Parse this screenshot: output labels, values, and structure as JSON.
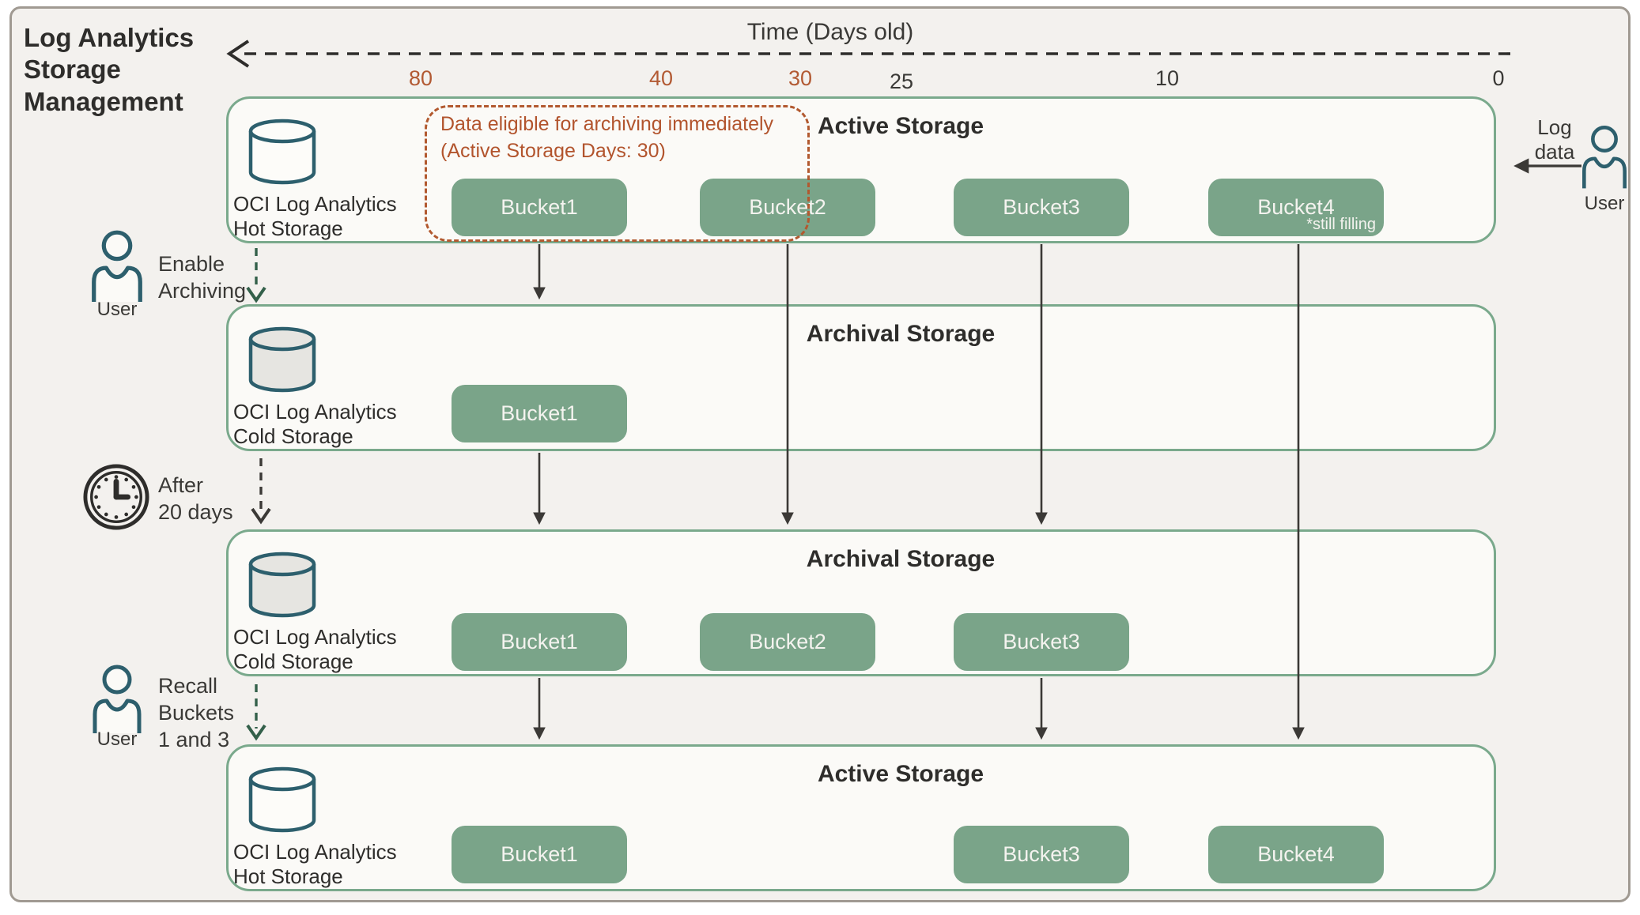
{
  "title": "Log Analytics\nStorage\nManagement",
  "timeline": {
    "label": "Time (Days old)",
    "ticks": [
      {
        "label": "80",
        "highlight": true
      },
      {
        "label": "40",
        "highlight": true
      },
      {
        "label": "30",
        "highlight": true
      },
      {
        "label": "25",
        "highlight": false
      },
      {
        "label": "10",
        "highlight": false
      },
      {
        "label": "0",
        "highlight": false
      }
    ]
  },
  "annotation": {
    "line1": "Data eligible for archiving immediately",
    "line2": "(Active Storage Days: 30)",
    "text": "Data eligible for archiving immediately\n(Active Storage Days: 30)"
  },
  "panels": [
    {
      "title": "Active Storage",
      "storage_label": "OCI Log Analytics\nHot Storage",
      "storage_type": "hot",
      "buckets": [
        {
          "label": "Bucket1"
        },
        {
          "label": "Bucket2"
        },
        {
          "label": "Bucket3"
        },
        {
          "label": "Bucket4",
          "note": "*still filling"
        }
      ]
    },
    {
      "title": "Archival Storage",
      "storage_label": "OCI Log Analytics\nCold Storage",
      "storage_type": "cold",
      "buckets": [
        {
          "label": "Bucket1"
        }
      ]
    },
    {
      "title": "Archival Storage",
      "storage_label": "OCI Log Analytics\nCold Storage",
      "storage_type": "cold",
      "buckets": [
        {
          "label": "Bucket1"
        },
        {
          "label": "Bucket2"
        },
        {
          "label": "Bucket3"
        }
      ]
    },
    {
      "title": "Active Storage",
      "storage_label": "OCI Log Analytics\nHot Storage",
      "storage_type": "hot",
      "buckets": [
        {
          "label": "Bucket1"
        },
        {
          "label": "Bucket3"
        },
        {
          "label": "Bucket4"
        }
      ]
    }
  ],
  "actors": {
    "user_top": {
      "label": "User",
      "action": "Enable\nArchiving"
    },
    "clock": {
      "action": "After\n20 days"
    },
    "user_bottom": {
      "label": "User",
      "action": "Recall\nBuckets\n1 and 3"
    },
    "user_right": {
      "label": "User",
      "action": "Log\ndata"
    }
  },
  "colors": {
    "bucket_green": "#7aa489",
    "panel_border_green": "#7aa98c",
    "panel_bg": "#fbfaf7",
    "canvas_bg": "#f3f1ee",
    "frame_border": "#a09a92",
    "teal_icon": "#2d5f6d",
    "cold_cylinder_fill": "#e6e5e1",
    "hot_cylinder_fill": "#fdfcf9",
    "orange_accent": "#b2592f",
    "dark_text": "#2e2d2b",
    "arrow_dark": "#3b3936",
    "arrow_green": "#33604a"
  }
}
